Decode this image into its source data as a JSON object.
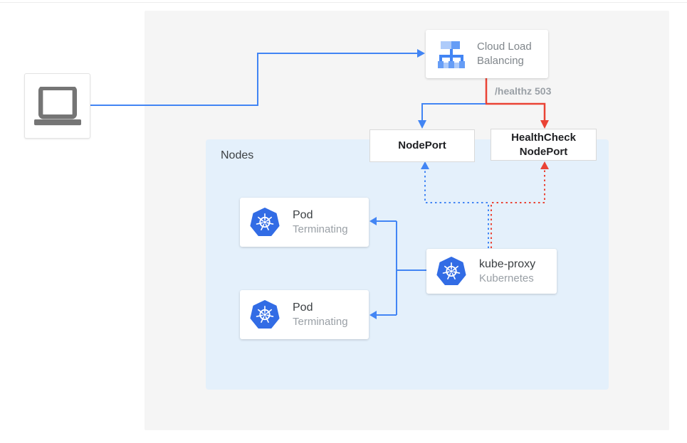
{
  "diagram": {
    "client": {
      "icon": "laptop"
    },
    "cloud_load_balancing": {
      "label": "Cloud Load Balancing",
      "icon": "cloud-load-balancing"
    },
    "healthz_label": "/healthz 503",
    "nodeport": {
      "label": "NodePort"
    },
    "healthcheck_nodeport": {
      "label": "HealthCheck NodePort"
    },
    "nodes_group": {
      "label": "Nodes"
    },
    "pods": [
      {
        "title": "Pod",
        "subtitle": "Terminating",
        "icon": "kubernetes"
      },
      {
        "title": "Pod",
        "subtitle": "Terminating",
        "icon": "kubernetes"
      }
    ],
    "kube_proxy": {
      "title": "kube-proxy",
      "subtitle": "Kubernetes",
      "icon": "kubernetes"
    },
    "colors": {
      "accent_blue": "#4285f4",
      "accent_red": "#ea4335",
      "kubernetes_blue": "#326ce5",
      "clb_icon_light": "#aecbfa",
      "clb_icon_medium": "#669df6",
      "nodes_background": "#e4f0fb",
      "panel_background": "#f5f5f5",
      "text_dark": "#3c4043",
      "text_gray": "#9aa0a6"
    }
  }
}
